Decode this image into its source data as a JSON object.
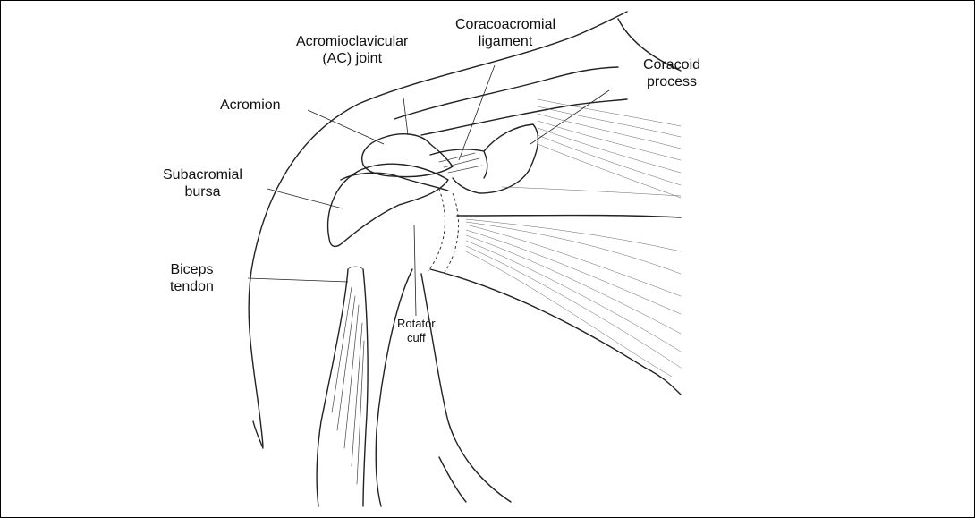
{
  "labels": {
    "acromioclavicular_joint": {
      "line1": "Acromioclavicular",
      "line2": "(AC) joint"
    },
    "coracoacromial_ligament": {
      "line1": "Coracoacromial",
      "line2": "ligament"
    },
    "coracoid_process": {
      "line1": "Coracoid",
      "line2": "process"
    },
    "acromion": "Acromion",
    "subacromial_bursa": {
      "line1": "Subacromial",
      "line2": "bursa"
    },
    "biceps_tendon": {
      "line1": "Biceps",
      "line2": "tendon"
    },
    "rotator_cuff": {
      "line1": "Rotator",
      "line2": "cuff"
    }
  },
  "colors": {
    "ink": "#222222",
    "frame": "#000000",
    "background": "#ffffff"
  }
}
